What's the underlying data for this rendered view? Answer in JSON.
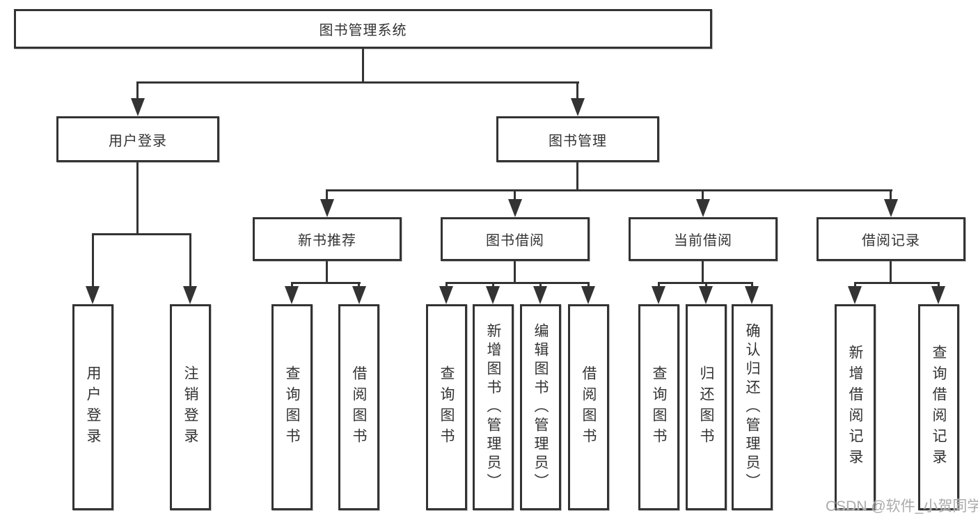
{
  "diagram_title": "图书管理系统",
  "tree": {
    "root": {
      "label": "图书管理系统",
      "children": [
        {
          "label": "用户登录",
          "children": [
            {
              "label": "用户登录"
            },
            {
              "label": "注销登录"
            }
          ]
        },
        {
          "label": "图书管理",
          "children": [
            {
              "label": "新书推荐",
              "children": [
                {
                  "label": "查询图书"
                },
                {
                  "label": "借阅图书"
                }
              ]
            },
            {
              "label": "图书借阅",
              "children": [
                {
                  "label": "查询图书"
                },
                {
                  "label": "新增图书（管理员）"
                },
                {
                  "label": "编辑图书（管理员）"
                },
                {
                  "label": "借阅图书"
                }
              ]
            },
            {
              "label": "当前借阅",
              "children": [
                {
                  "label": "查询图书"
                },
                {
                  "label": "归还图书"
                },
                {
                  "label": "确认归还（管理员）"
                }
              ]
            },
            {
              "label": "借阅记录",
              "children": [
                {
                  "label": "新增借阅记录"
                },
                {
                  "label": "查询借阅记录"
                }
              ]
            }
          ]
        }
      ]
    }
  },
  "watermark": "CSDN @软件_小贺同学",
  "colors": {
    "line": "#333333",
    "box_border": "#333333",
    "box_fill": "#ffffff",
    "text": "#333333",
    "watermark": "#ababab",
    "background": "#ffffff"
  }
}
